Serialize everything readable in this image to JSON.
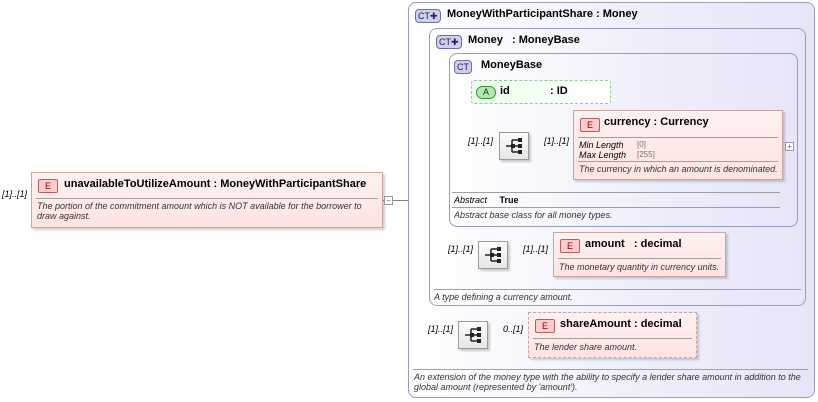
{
  "root_element": {
    "badge": "E",
    "name": "unavailableToUtilizeAmount",
    "type": "MoneyWithParticipantShare",
    "multiplicity": "[1]..[1]",
    "description": "The portion of the commitment amount which is NOT available for the borrower to draw against."
  },
  "outer_type": {
    "badge": "CT",
    "name": "MoneyWithParticipantShare",
    "base": "Money",
    "description": "An extension of the money type with the ability to specify a lender share amount in addition to the global amount (represented by 'amount')."
  },
  "money_type": {
    "badge": "CT",
    "name": "Money",
    "base": "MoneyBase",
    "description": "A type defining a currency amount."
  },
  "moneybase_type": {
    "badge": "CT",
    "name": "MoneyBase",
    "abstract_label": "Abstract",
    "abstract_value": "True",
    "description": "Abstract base class for all money types."
  },
  "id_attribute": {
    "badge": "A",
    "name": "id",
    "type": "ID"
  },
  "currency_element": {
    "badge": "E",
    "name": "currency",
    "type": "Currency",
    "min_length_label": "Min Length",
    "min_length_value": "[0]",
    "max_length_label": "Max Length",
    "max_length_value": "[255]",
    "description": "The currency in which an amount is denominated.",
    "seq_multiplicity": "[1]..[1]",
    "multiplicity": "[1]..[1]"
  },
  "amount_element": {
    "badge": "E",
    "name": "amount",
    "type": "decimal",
    "description": "The monetary quantity in currency units.",
    "seq_multiplicity": "[1]..[1]",
    "multiplicity": "[1]..[1]"
  },
  "share_element": {
    "badge": "E",
    "name": "shareAmount",
    "type": "decimal",
    "description": "The lender share amount.",
    "seq_multiplicity": "[1]..[1]",
    "multiplicity": "0..[1]"
  },
  "icons": {
    "sequence": "sequence-compositor-icon",
    "expand": "expand-icon",
    "collapse": "collapse-icon"
  },
  "colors": {
    "element_fill": "#ffe3e3",
    "complex_type_fill": "#e6e6f8",
    "attribute_fill": "#eaffea",
    "connector": "#808080"
  }
}
